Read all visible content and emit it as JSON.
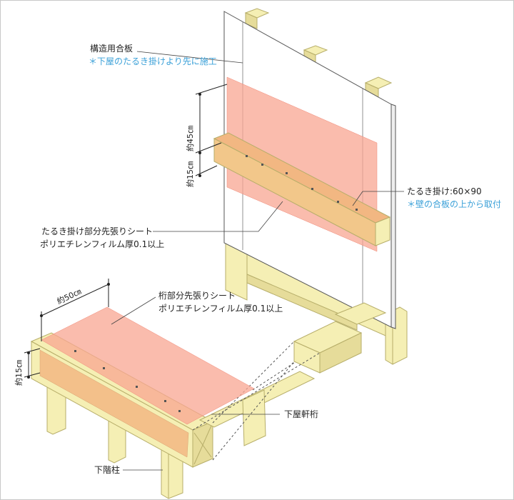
{
  "labels": {
    "plywood": "構造用合板",
    "plywood_note": "＊下屋のたるき掛けより先に施工",
    "rafter_hanger": "たるき掛け:60×90",
    "rafter_hanger_note": "＊壁の合板の上から取付",
    "rafter_sheet_line1": "たるき掛け部分先張りシート",
    "rafter_sheet_line2": "ポリエチレンフィルム厚0.1以上",
    "beam_sheet_line1": "桁部分先張りシート",
    "beam_sheet_line2": "ポリエチレンフィルム厚0.1以上",
    "eave_beam": "下屋軒桁",
    "lower_post": "下階柱",
    "dim_45": "約45㎝",
    "dim_15_upper": "約15㎝",
    "dim_50": "約50㎝",
    "dim_15_lower": "約15㎝"
  },
  "colors": {
    "timber_fill": "#f5efb4",
    "timber_stroke": "#b7ae6a",
    "timber_dark": "#e6dc9a",
    "sheet_fill": "#f8a592",
    "sheet_overlap": "#f2b782",
    "panel_fill": "#ffffff",
    "panel_stroke": "#555555",
    "note_color": "#3aa0d8",
    "frame_border": "#c8c8c8"
  }
}
